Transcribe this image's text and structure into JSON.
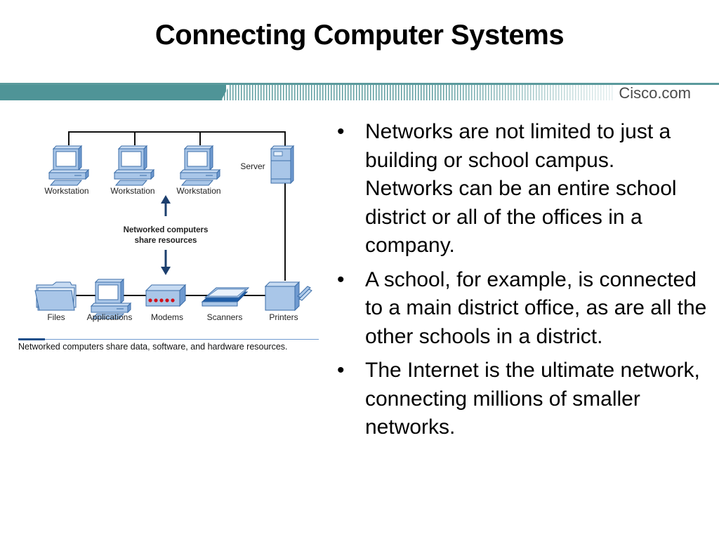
{
  "slide": {
    "title": "Connecting Computer Systems"
  },
  "banner": {
    "brand": "Cisco.com",
    "colors": {
      "teal": "#4f9497",
      "stripe": "#5f9ea0"
    }
  },
  "diagram": {
    "top_row": [
      {
        "label": "Workstation",
        "icon": "workstation-icon"
      },
      {
        "label": "Workstation",
        "icon": "workstation-icon"
      },
      {
        "label": "Workstation",
        "icon": "workstation-icon"
      },
      {
        "label": "Server",
        "icon": "server-icon"
      }
    ],
    "center_caption": [
      "Networked computers",
      "share resources"
    ],
    "bottom_row": [
      {
        "label": "Files",
        "icon": "folder-icon"
      },
      {
        "label": "Applications",
        "icon": "workstation-icon"
      },
      {
        "label": "Modems",
        "icon": "modem-icon"
      },
      {
        "label": "Scanners",
        "icon": "scanner-icon"
      },
      {
        "label": "Printers",
        "icon": "printer-icon"
      }
    ],
    "caption": "Networked computers share data, software, and hardware resources.",
    "colors": {
      "device_fill": "#a9c6e8",
      "device_stroke": "#3c6ea8",
      "arrow": "#1c3f6e",
      "modem_led": "#d0101a"
    }
  },
  "bullets": [
    "Networks are not limited to just a building or school campus. Networks can be an entire school district or all of the offices in a company.",
    "A school, for example, is connected to a main district office, as are all the other schools in a district.",
    "The Internet is the ultimate network, connecting millions of smaller networks."
  ],
  "bullet_glyph": "•"
}
